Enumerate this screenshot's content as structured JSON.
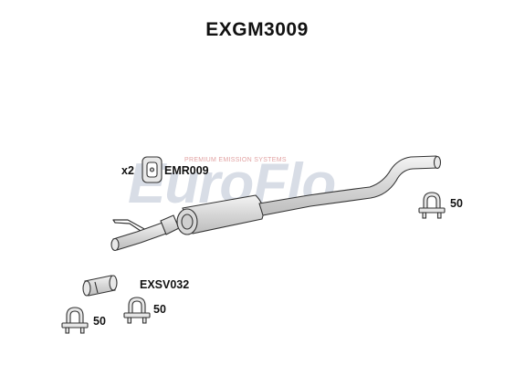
{
  "title": "EXGM3009",
  "watermark": {
    "brand": "EuroFlo",
    "tagline": "PREMIUM EMISSION SYSTEMS"
  },
  "parts": {
    "mounting_rubber": {
      "code": "EMR009",
      "quantity": "x2"
    },
    "clamp_rear": {
      "size": "50"
    },
    "sleeve": {
      "code": "EXSV032"
    },
    "clamp_left": {
      "size": "50"
    },
    "clamp_middle": {
      "size": "50"
    }
  },
  "colors": {
    "line": "#333333",
    "part_fill": "#e0e0e0",
    "watermark": "#d8dde6",
    "watermark_accent": "#f2c9c9"
  }
}
